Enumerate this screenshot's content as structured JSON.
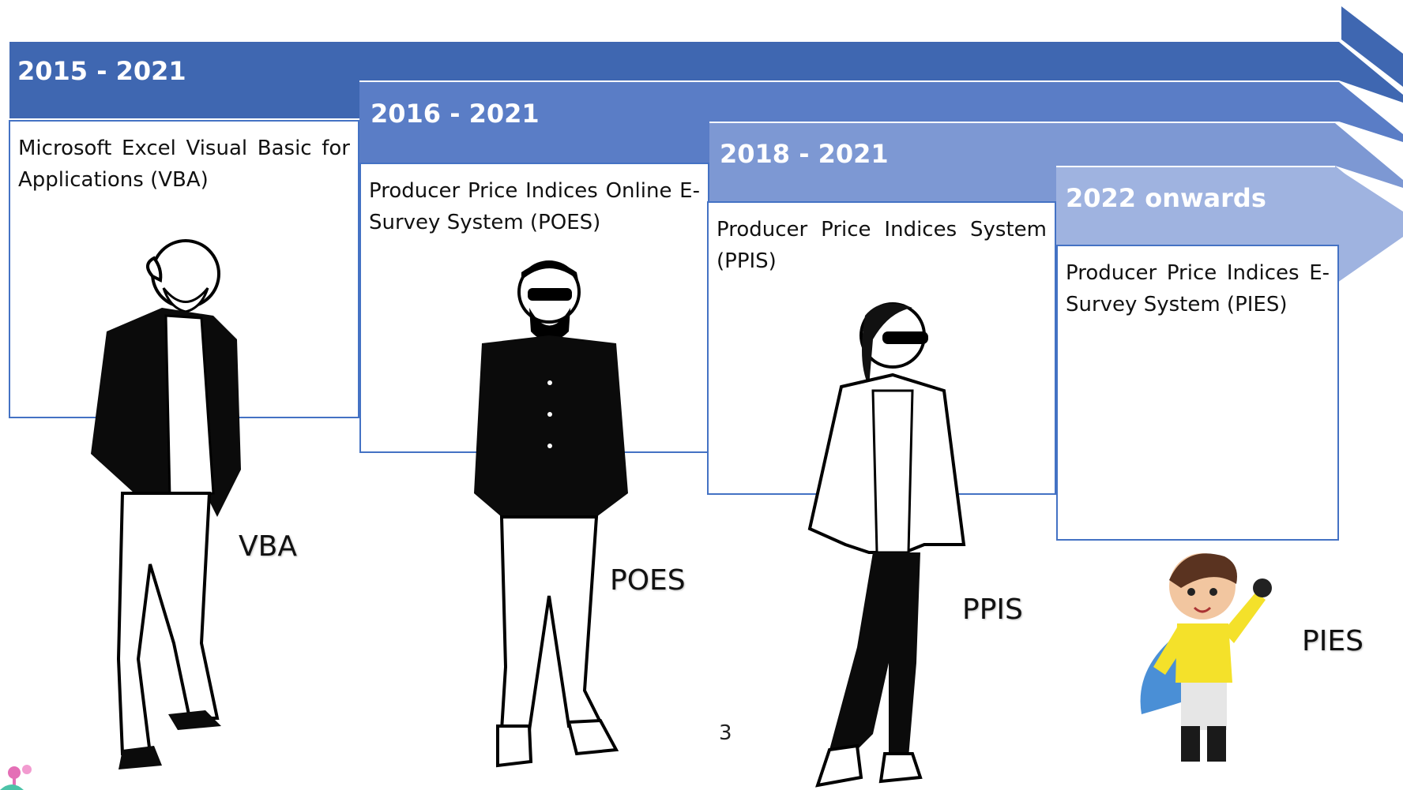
{
  "timeline": [
    {
      "period": "2015 - 2021",
      "system": "Microsoft Excel Visual Basic for Applications (VBA)",
      "abbrev": "VBA",
      "color": "#3f67b1"
    },
    {
      "period": "2016 - 2021",
      "system": "Producer Price Indices Online E-Survey System (POES)",
      "abbrev": "POES",
      "color": "#5a7dc6"
    },
    {
      "period": "2018 - 2021",
      "system": "Producer Price Indices System (PPIS)",
      "abbrev": "PPIS",
      "color": "#7d98d3"
    },
    {
      "period": "2022 onwards",
      "system": "Producer Price Indices E-Survey System (PIES)",
      "abbrev": "PIES",
      "color": "#9fb3e0"
    }
  ],
  "page_number": "3",
  "icons": [
    "old-man-illustration",
    "bearded-man-illustration",
    "woman-illustration",
    "superhero-kid-illustration",
    "logo-icon"
  ]
}
